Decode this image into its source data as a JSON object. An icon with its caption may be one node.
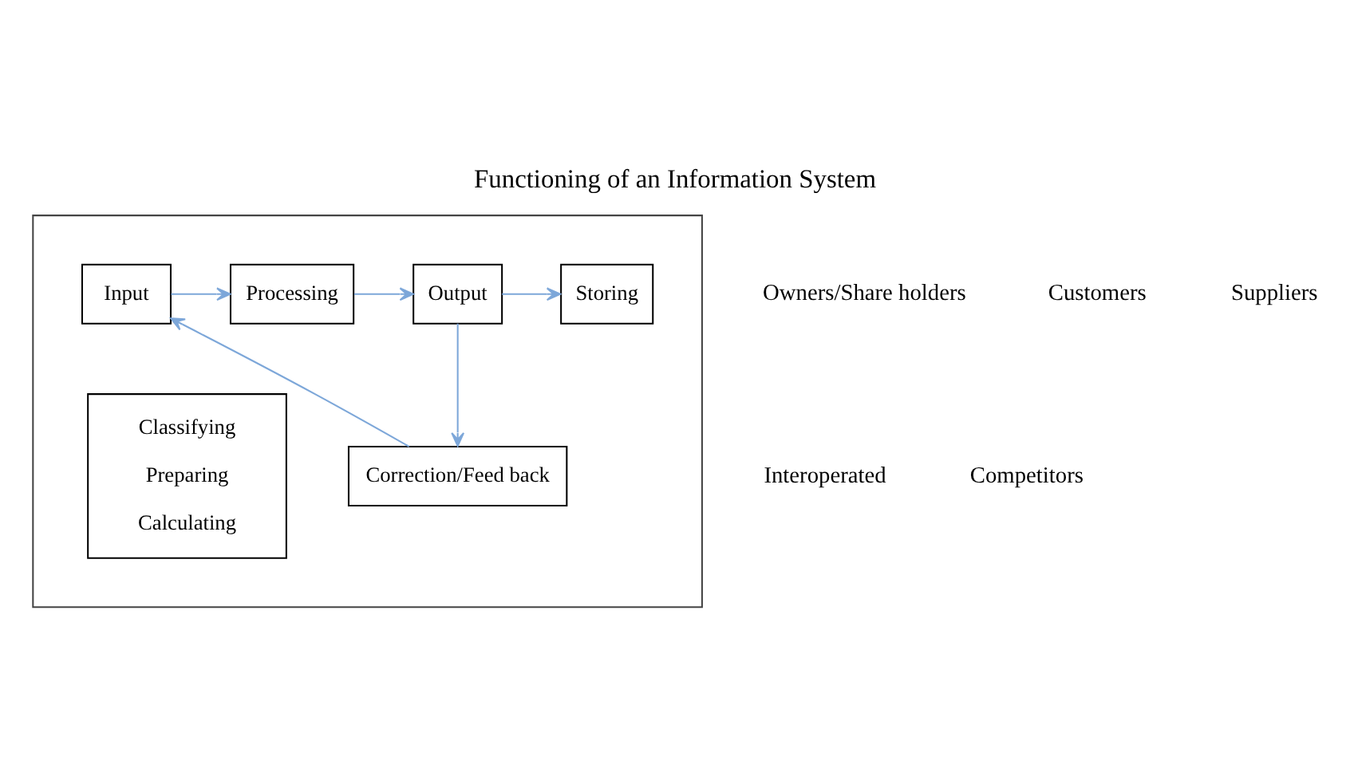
{
  "diagram": {
    "title": "Functioning of an Information System",
    "nodes": [
      {
        "text": [],
        "shape": "box"
      },
      {
        "text": [
          "Input"
        ],
        "in": 0
      },
      {
        "text": [
          "Processing"
        ],
        "in": 0
      },
      {
        "text": [
          "Output"
        ],
        "in": 0
      },
      {
        "text": [
          "Storing"
        ],
        "in": 0
      },
      {
        "text": [
          "Classifying",
          "Preparing",
          "Calculating"
        ],
        "in": 0
      },
      {
        "text": [
          "Correction/Feed back"
        ],
        "in": 0
      }
    ],
    "edges": [
      {
        "from": 1,
        "to": 2,
        "arrow": "to"
      },
      {
        "from": 2,
        "to": 3,
        "arrow": "to"
      },
      {
        "from": 3,
        "to": 4,
        "arrow": "to"
      },
      {
        "from": 3,
        "to": 6,
        "arrow": "to"
      },
      {
        "from": 6,
        "to": 1,
        "arrow": "to"
      }
    ],
    "labels": [
      "Owners/Share holders",
      "Interoperated",
      "Competitors",
      "Customers",
      "Suppliers"
    ]
  }
}
